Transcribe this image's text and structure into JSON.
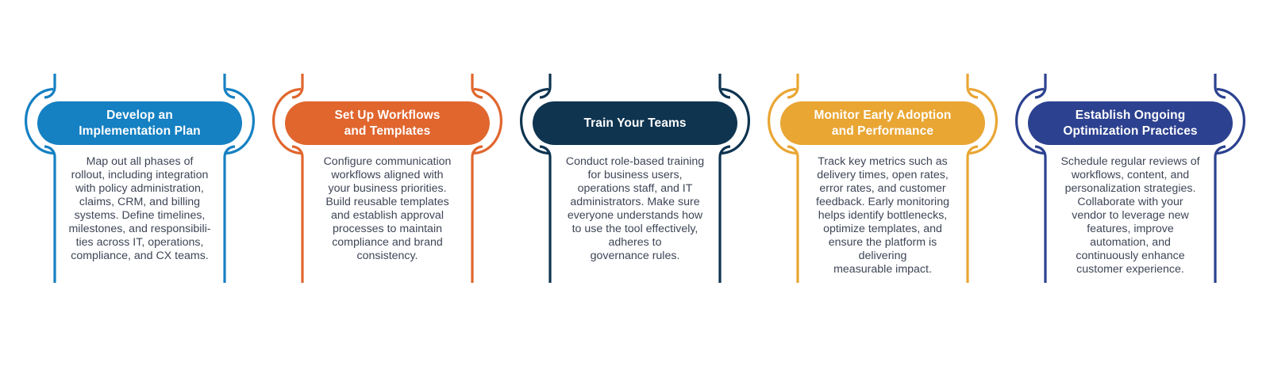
{
  "diagram": {
    "background_color": "#ffffff",
    "body_text_color": "#3e4556",
    "title_text_color": "#ffffff",
    "steps": [
      {
        "title": "Develop an\nImplementation Plan",
        "accent": "#1580c2",
        "body": "Map out all phases of\nrollout, including integration\nwith policy administration,\nclaims, CRM, and billing\nsystems. Define timelines,\nmilestones, and responsibili-\nties across IT, operations,\ncompliance, and CX teams."
      },
      {
        "title": "Set Up Workflows\nand Templates",
        "accent": "#e0662e",
        "body": "Configure communication\nworkflows aligned with\nyour business priorities.\nBuild reusable templates\nand establish approval\nprocesses to maintain\ncompliance and brand\nconsistency."
      },
      {
        "title": "Train Your Teams",
        "accent": "#0e3450",
        "body": "Conduct role-based training\nfor business users,\noperations staff, and IT\nadministrators. Make sure\neveryone understands how\nto use the tool effectively,\nadheres to\ngovernance rules."
      },
      {
        "title": "Monitor Early Adoption\nand Performance",
        "accent": "#e9a633",
        "body": "Track key metrics such as\ndelivery times, open rates,\nerror rates, and customer\nfeedback. Early monitoring\nhelps identify bottlenecks,\noptimize templates, and\nensure the platform is\ndelivering\nmeasurable impact."
      },
      {
        "title": "Establish Ongoing\nOptimization Practices",
        "accent": "#2c418f",
        "body": "Schedule regular reviews of\nworkflows, content, and\npersonalization strategies.\nCollaborate with your\nvendor to leverage new\nfeatures, improve\nautomation, and\ncontinuously enhance\ncustomer experience."
      }
    ]
  }
}
